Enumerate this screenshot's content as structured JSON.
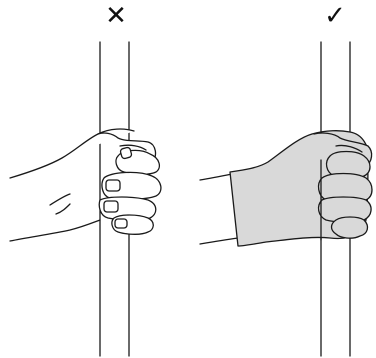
{
  "panels": [
    {
      "id": "wrong",
      "mark": "✕",
      "meaning": "incorrect",
      "glove": false
    },
    {
      "id": "correct",
      "mark": "✓",
      "meaning": "correct",
      "glove": true
    }
  ],
  "colors": {
    "line": "#1a1a1a",
    "glove_fill": "#d9d9d9",
    "background": "#ffffff"
  },
  "icons": [
    "cross-icon",
    "check-icon"
  ]
}
